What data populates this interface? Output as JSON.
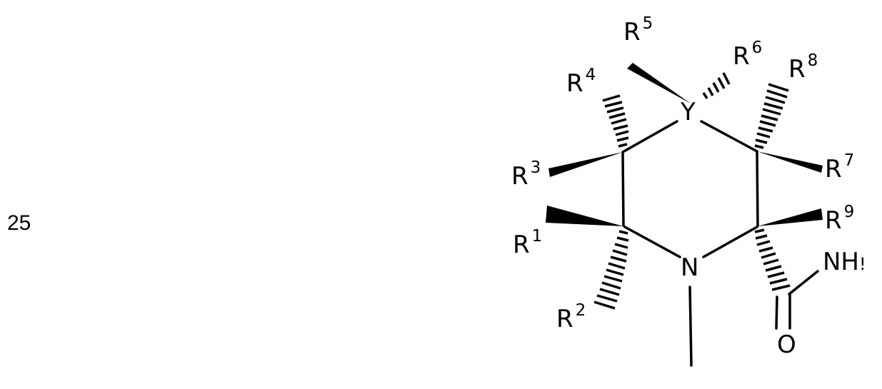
{
  "figure": {
    "number_label": "25",
    "ring_atoms": {
      "heteroatom_top": "Y",
      "nitrogen": "N"
    },
    "substituents": {
      "r1": {
        "base": "R",
        "sup": "1"
      },
      "r2": {
        "base": "R",
        "sup": "2"
      },
      "r3": {
        "base": "R",
        "sup": "3"
      },
      "r4": {
        "base": "R",
        "sup": "4"
      },
      "r5": {
        "base": "R",
        "sup": "5"
      },
      "r6": {
        "base": "R",
        "sup": "6"
      },
      "r7": {
        "base": "R",
        "sup": "7"
      },
      "r8": {
        "base": "R",
        "sup": "8"
      },
      "r9": {
        "base": "R",
        "sup": "9"
      }
    },
    "amide": {
      "oxygen": "O",
      "nh": "NH",
      "nh_cut_suffix": "!"
    },
    "colors": {
      "ink": "#000000",
      "background": "#ffffff"
    }
  }
}
